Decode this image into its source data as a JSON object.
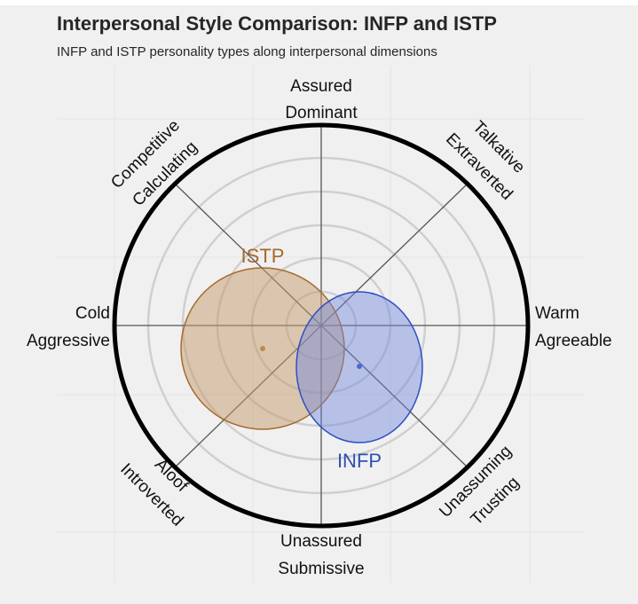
{
  "header": {
    "title": "Interpersonal Style Comparison: INFP and ISTP",
    "subtitle": "INFP and ISTP personality types along interpersonal dimensions"
  },
  "chart_data": {
    "type": "circumplex",
    "title": "Interpersonal Style Comparison: INFP and ISTP",
    "subtitle": "INFP and ISTP personality types along interpersonal dimensions",
    "axes": [
      {
        "angle": 90,
        "labels": [
          "Assured",
          "Dominant"
        ]
      },
      {
        "angle": 45,
        "labels": [
          "Talkative",
          "Extraverted"
        ]
      },
      {
        "angle": 0,
        "labels": [
          "Warm",
          "Agreeable"
        ]
      },
      {
        "angle": -45,
        "labels": [
          "Unassuming",
          "Trusting"
        ]
      },
      {
        "angle": -90,
        "labels": [
          "Unassured",
          "Submissive"
        ]
      },
      {
        "angle": -135,
        "labels": [
          "Aloof",
          "Introverted"
        ]
      },
      {
        "angle": 180,
        "labels": [
          "Cold",
          "Aggressive"
        ]
      },
      {
        "angle": 135,
        "labels": [
          "Competitive",
          "Calculating"
        ]
      }
    ],
    "rings": 6,
    "range": [
      -1,
      1
    ],
    "series": [
      {
        "name": "ISTP",
        "color": "#a8682a",
        "fill": "#d2b79a",
        "center": [
          -0.28,
          -0.11
        ],
        "radius_x": 0.39,
        "radius_y": 0.4
      },
      {
        "name": "INFP",
        "color": "#2f4fc4",
        "fill": "#a9b5e8",
        "center": [
          0.19,
          -0.21
        ],
        "radius_x": 0.3,
        "radius_y": 0.37
      }
    ],
    "grid": true,
    "legend": "none"
  }
}
